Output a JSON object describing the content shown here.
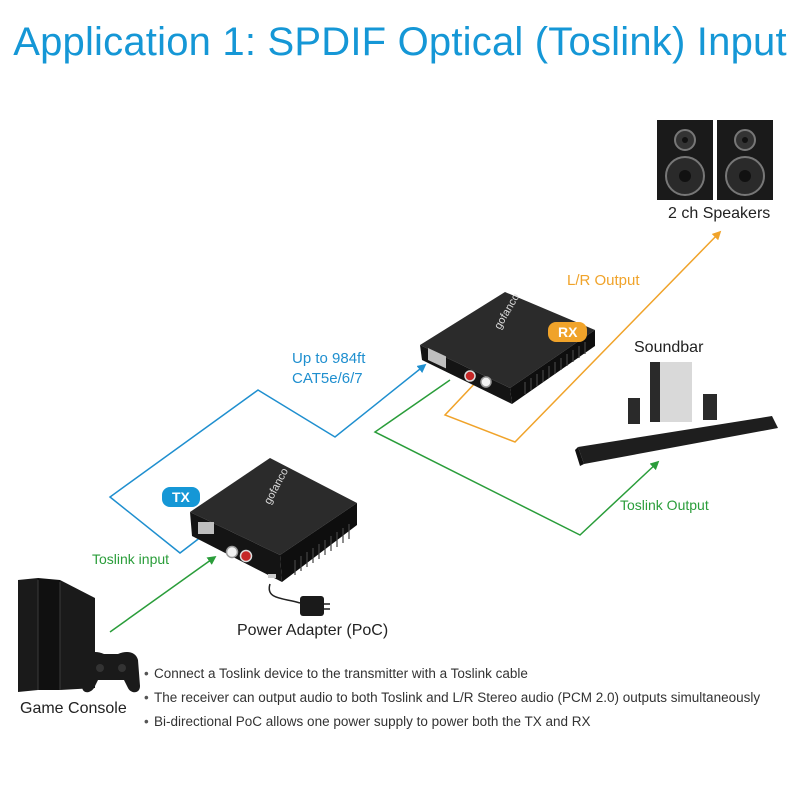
{
  "title": "Application 1:  SPDIF Optical (Toslink) Input",
  "devices": {
    "tx_badge": "TX",
    "rx_badge": "RX",
    "speakers": "2 ch Speakers",
    "soundbar": "Soundbar",
    "power_adapter": "Power Adapter (PoC)",
    "game_console": "Game Console"
  },
  "connections": {
    "cable": "Up to 984ft",
    "cable_type": "CAT5e/6/7",
    "lr_output": "L/R Output",
    "toslink_input": "Toslink input",
    "toslink_output": "Toslink Output"
  },
  "brand": "gofanco",
  "bullets": [
    "Connect a Toslink device to the transmitter with a Toslink cable",
    "The receiver can output audio to both Toslink and L/R Stereo audio (PCM 2.0) outputs simultaneously",
    "Bi-directional PoC allows one power supply to power both the TX and RX"
  ],
  "colors": {
    "title": "#1597d6",
    "cable_line": "#1f8fcf",
    "lr_line": "#f0a32a",
    "toslink_line": "#2a9d3a",
    "device_body": "#1a1a1a"
  }
}
